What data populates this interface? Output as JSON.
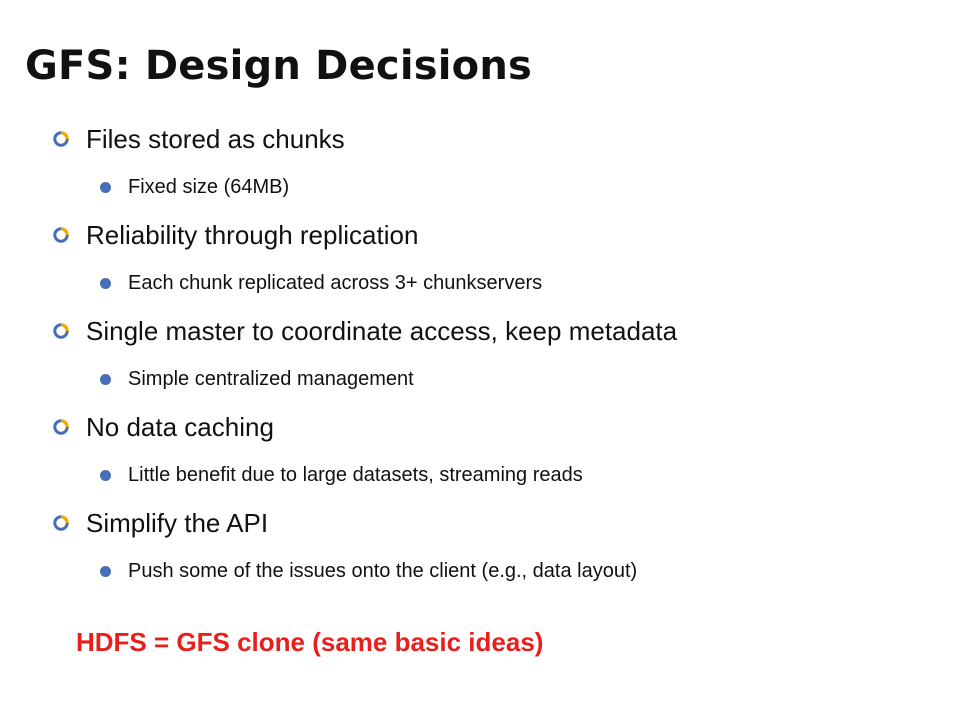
{
  "slide": {
    "title": "GFS: Design Decisions",
    "bullets": [
      {
        "text": "Files stored as chunks",
        "subs": [
          "Fixed size (64MB)"
        ]
      },
      {
        "text": "Reliability through replication",
        "subs": [
          "Each chunk replicated across 3+ chunkservers"
        ]
      },
      {
        "text": "Single master to coordinate access, keep metadata",
        "subs": [
          "Simple centralized management"
        ]
      },
      {
        "text": "No data caching",
        "subs": [
          "Little benefit due to large datasets, streaming reads"
        ]
      },
      {
        "text": "Simplify the API",
        "subs": [
          "Push some of the issues onto the client (e.g., data layout)"
        ]
      }
    ],
    "note": "HDFS = GFS clone (same basic ideas)"
  },
  "colors": {
    "main_bullet_ring": "#4a6eb5",
    "sub_bullet": "#4a6eb5",
    "note_text": "#e8201c",
    "text": "#111111"
  },
  "icons": {
    "main_bullet": "ring-bullet-icon",
    "sub_bullet": "dot-bullet-icon"
  }
}
